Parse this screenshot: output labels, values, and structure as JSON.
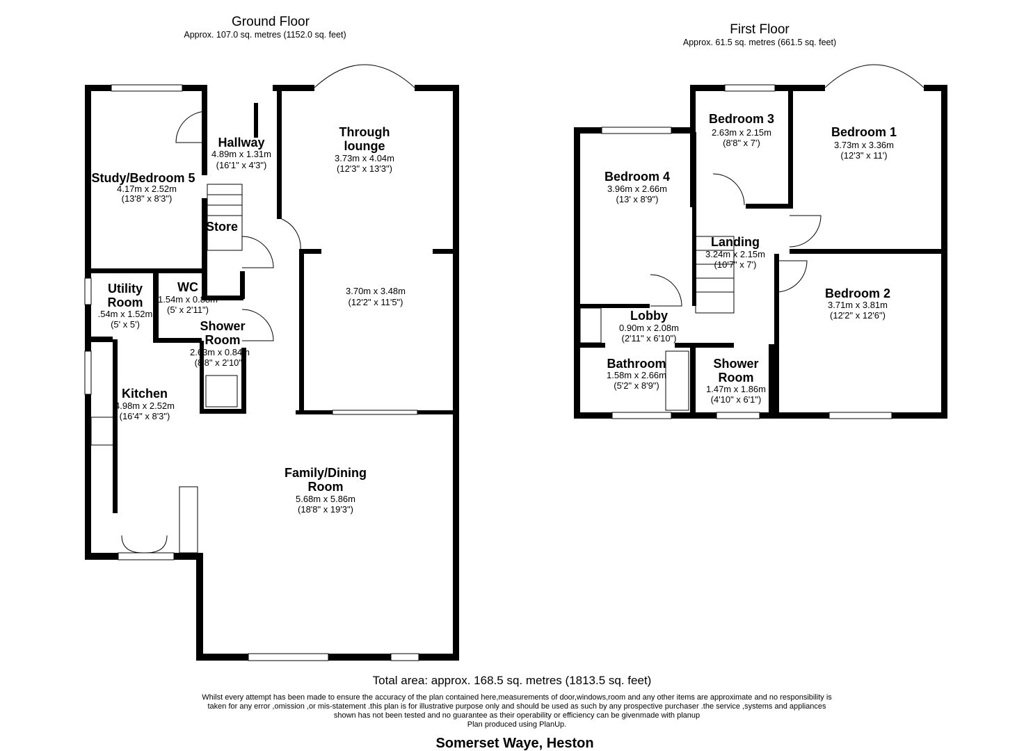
{
  "ground_floor": {
    "title": "Ground Floor",
    "area": "Approx. 107.0 sq. metres (1152.0 sq. feet)",
    "rooms": [
      {
        "name": "Study/Bedroom 5",
        "metric": "4.17m x 2.52m",
        "imperial": "(13'8\" x 8'3\")"
      },
      {
        "name": "Hallway",
        "metric": "4.89m x 1.31m",
        "imperial": "(16'1\" x 4'3\")"
      },
      {
        "name_line1": "Through",
        "name_line2": "lounge",
        "metric": "3.73m x 4.04m",
        "imperial": "(12'3\" x 13'3\")"
      },
      {
        "name": "Store"
      },
      {
        "metric": "3.70m x 3.48m",
        "imperial": "(12'2\" x 11'5\")"
      },
      {
        "name_line1": "Utility",
        "name_line2": "Room",
        "metric": ".54m x 1.52m",
        "imperial": "(5' x 5')"
      },
      {
        "name": "WC",
        "metric": "1.54m x 0.88m",
        "imperial": "(5' x 2'11\")"
      },
      {
        "name_line1": "Shower",
        "name_line2": "Room",
        "metric": "2.63m x 0.84m",
        "imperial": "(8'8\" x 2'10\")"
      },
      {
        "name": "Kitchen",
        "metric": "4.98m x 2.52m",
        "imperial": "(16'4\" x 8'3\")"
      },
      {
        "name_line1": "Family/Dining",
        "name_line2": "Room",
        "metric": "5.68m x 5.86m",
        "imperial": "(18'8\" x 19'3\")"
      }
    ]
  },
  "first_floor": {
    "title": "First Floor",
    "area": "Approx. 61.5 sq. metres (661.5 sq. feet)",
    "rooms": [
      {
        "name": "Bedroom 3",
        "metric": "2.63m x 2.15m",
        "imperial": "(8'8\" x 7')"
      },
      {
        "name": "Bedroom 1",
        "metric": "3.73m x 3.36m",
        "imperial": "(12'3\" x 11')"
      },
      {
        "name": "Bedroom 4",
        "metric": "3.96m x 2.66m",
        "imperial": "(13' x 8'9\")"
      },
      {
        "name": "Landing",
        "metric": "3.24m x 2.15m",
        "imperial": "(10'7\" x 7')"
      },
      {
        "name": "Bedroom 2",
        "metric": "3.71m x 3.81m",
        "imperial": "(12'2\" x 12'6\")"
      },
      {
        "name": "Lobby",
        "metric": "0.90m x 2.08m",
        "imperial": "(2'11\" x 6'10\")"
      },
      {
        "name": "Bathroom",
        "metric": "1.58m x 2.66m",
        "imperial": "(5'2\" x 8'9\")"
      },
      {
        "name_line1": "Shower",
        "name_line2": "Room",
        "metric": "1.47m x 1.86m",
        "imperial": "(4'10\" x 6'1\")"
      }
    ]
  },
  "footer": {
    "total": "Total area: approx. 168.5 sq. metres (1813.5 sq. feet)",
    "disclaimer": [
      "Whilst every attempt has been made to ensure the accuracy of the plan contained here,measurements of door,windows,room and any other items are approximate and no responsibility is",
      "taken for any error ,omission ,or mis-statement .this plan is for illustrative purpose only and should be used as such by any prospective purchaser .the service ,systems and appliances",
      "shown has not been tested and no guarantee as their operability or efficiency can be givenmade with planup",
      "Plan produced using PlanUp."
    ],
    "address": "Somerset Waye, Heston"
  }
}
